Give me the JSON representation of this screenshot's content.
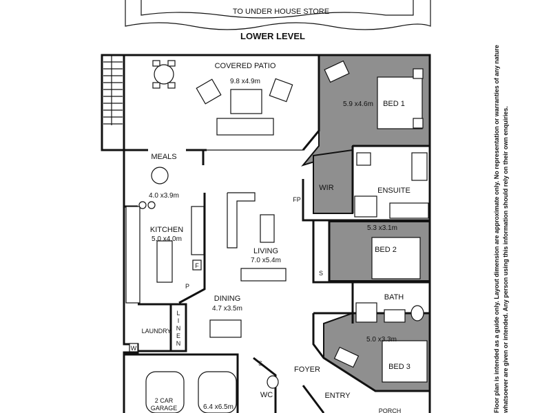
{
  "header": {
    "store_label": "TO UNDER HOUSE STORE",
    "level_title": "LOWER LEVEL"
  },
  "rooms": {
    "covered_patio": {
      "name": "COVERED PATIO",
      "dim": "9.8 x4.9m"
    },
    "bed1": {
      "name": "BED 1",
      "dim": "5.9 x4.6m"
    },
    "meals": {
      "name": "MEALS",
      "dim": "4.0 x3.9m"
    },
    "wir": {
      "name": "WIR"
    },
    "ensuite": {
      "name": "ENSUITE"
    },
    "fp": {
      "name": "FP"
    },
    "kitchen": {
      "name": "KITCHEN",
      "dim": "5.0 x4.0m"
    },
    "living": {
      "name": "LIVING",
      "dim": "7.0 x5.4m"
    },
    "bed2": {
      "name": "BED 2",
      "dim": "5.3 x3.1m"
    },
    "bath": {
      "name": "BATH"
    },
    "dining": {
      "name": "DINING",
      "dim": "4.7 x3.5m"
    },
    "laundry": {
      "name": "LAUNDRY"
    },
    "linen": {
      "name": "LINEN",
      "letters": [
        "L",
        "I",
        "N",
        "E",
        "N"
      ]
    },
    "bed3": {
      "name": "BED 3",
      "dim": "5.0 x3.3m"
    },
    "foyer": {
      "name": "FOYER"
    },
    "entry": {
      "name": "ENTRY"
    },
    "wc": {
      "name": "WC"
    },
    "garage": {
      "line1": "2 CAR",
      "line2": "GARAGE",
      "dim": "6.4 x6.5m"
    },
    "porch": {
      "name": "PORCH"
    }
  },
  "markers": {
    "fridge": "F",
    "pantry": "P",
    "store_s1": "S",
    "store_s2": "S",
    "washer": "W"
  },
  "disclaimer": {
    "line1": "Floor plan is intended as a guide only. Layout dimension are approximate only. No representation or warranties of any nature",
    "line2": "whatsoever are given or intended. Any person using this information should rely on their own enquiries."
  },
  "colors": {
    "shaded_room": "#8f8f8f",
    "wall": "#111111",
    "background": "#ffffff"
  }
}
